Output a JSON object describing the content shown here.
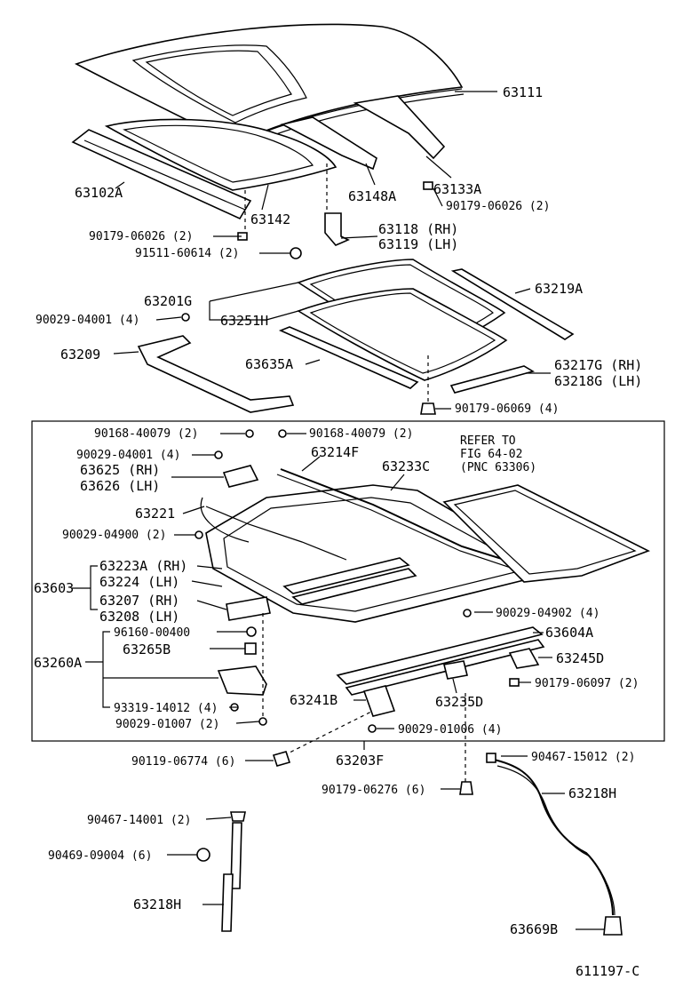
{
  "figure_code": "611197-C",
  "labels": {
    "p63111": "63111",
    "p63102A": "63102A",
    "p63142": "63142",
    "p63148A": "63148A",
    "p63133A": "63133A",
    "p90179_06026_a": "90179-06026 (2)",
    "p90179_06026_b": "90179-06026 (2)",
    "p63118": "63118 (RH)",
    "p63119": "63119 (LH)",
    "p91511": "91511-60614 (2)",
    "p63201G": "63201G",
    "p63251H": "63251H",
    "p63219A": "63219A",
    "p90029_04001_a": "90029-04001 (4)",
    "p63209": "63209",
    "p63635A": "63635A",
    "p63217G": "63217G (RH)",
    "p63218G": "63218G (LH)",
    "p90179_06069": "90179-06069 (4)",
    "p90168_a": "90168-40079 (2)",
    "p90168_b": "90168-40079 (2)",
    "p90029_04001_b": "90029-04001 (4)",
    "p63214F": "63214F",
    "p63233C": "63233C",
    "refer1": "REFER TO",
    "refer2": "FIG 64-02",
    "refer3": "(PNC 63306)",
    "p63625": "63625 (RH)",
    "p63626": "63626 (LH)",
    "p63221": "63221",
    "p90029_04900": "90029-04900 (2)",
    "p63603": "63603",
    "p63223A": "63223A (RH)",
    "p63224": "63224 (LH)",
    "p63207": "63207 (RH)",
    "p63208": "63208 (LH)",
    "p90029_04902": "90029-04902 (4)",
    "p63604A": "63604A",
    "p96160": "96160-00400",
    "p63260A": "63260A",
    "p63265B": "63265B",
    "p63245D": "63245D",
    "p90179_06097": "90179-06097 (2)",
    "p93319": "93319-14012 (4)",
    "p63241B": "63241B",
    "p63235D": "63235D",
    "p90029_01007": "90029-01007 (2)",
    "p90029_01006": "90029-01006 (4)",
    "p90119": "90119-06774 (6)",
    "p63203F": "63203F",
    "p90467_15012": "90467-15012 (2)",
    "p90179_06276": "90179-06276 (6)",
    "p63218H_right": "63218H",
    "p90467_14001": "90467-14001 (2)",
    "p90469": "90469-09004 (6)",
    "p63218H_left": "63218H",
    "p63669B": "63669B"
  }
}
